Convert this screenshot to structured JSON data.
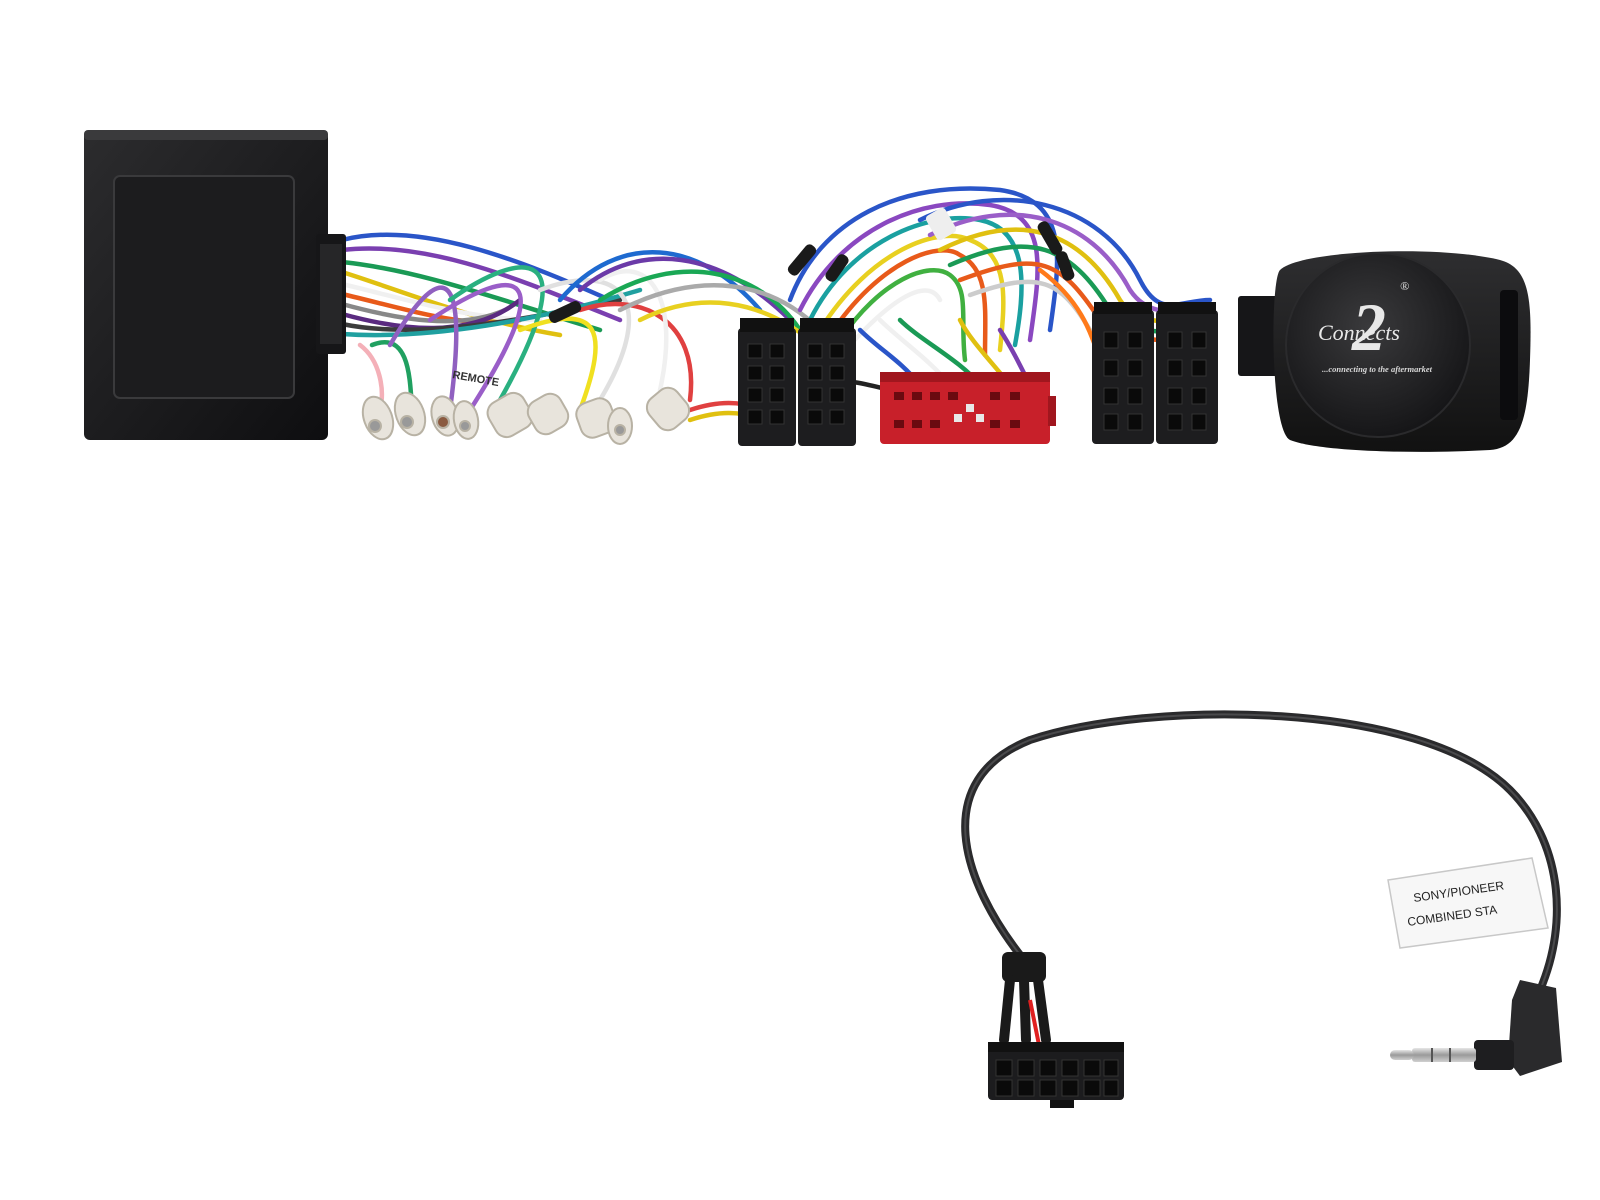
{
  "harness": {
    "wire_label": "REMOTE",
    "brand": {
      "digit": "2",
      "wordmark": "Connects",
      "registered": "®",
      "tagline": "...connecting to the aftermarket"
    },
    "connector_colors": {
      "black": "#1d1d1f",
      "red": "#c8202a",
      "terminal": "#e8e4dc"
    }
  },
  "lead": {
    "label_line1": "SONY/PIONEER",
    "label_line2": "COMBINED STA"
  }
}
